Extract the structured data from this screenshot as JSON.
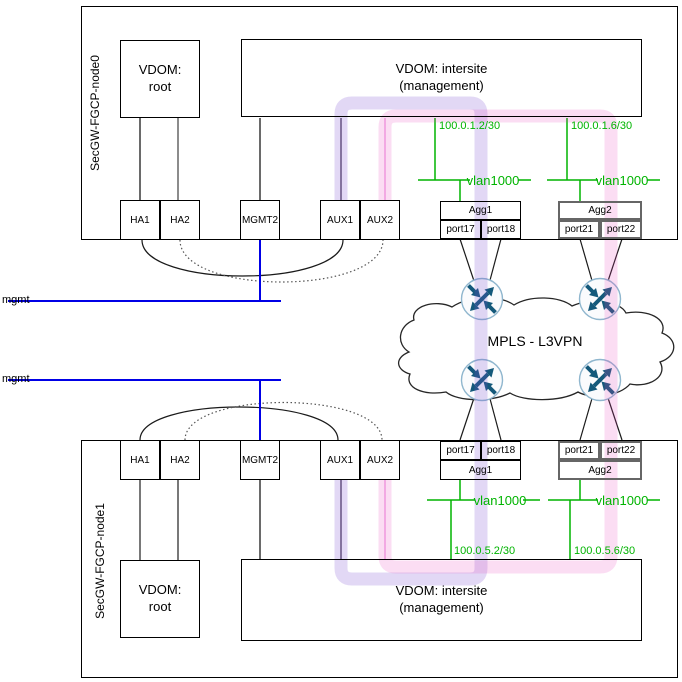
{
  "node0": {
    "title": "SecGW-FGCP-node0",
    "vdom_root": {
      "line1": "VDOM:",
      "line2": "root"
    },
    "vdom_intersite": {
      "line1": "VDOM: intersite",
      "line2": "(management)"
    },
    "ports": {
      "ha1": "HA1",
      "ha2": "HA2",
      "mgmt2": "MGMT2",
      "aux1": "AUX1",
      "aux2": "AUX2"
    },
    "agg1": {
      "label": "Agg1",
      "port_left": "port17",
      "port_right": "port18",
      "ip": "100.0.1.2/30",
      "vlan": "vlan1000"
    },
    "agg2": {
      "label": "Agg2",
      "port_left": "port21",
      "port_right": "port22",
      "ip": "100.0.1.6/30",
      "vlan": "vlan1000"
    }
  },
  "node1": {
    "title": "SecGW-FGCP-node1",
    "vdom_root": {
      "line1": "VDOM:",
      "line2": "root"
    },
    "vdom_intersite": {
      "line1": "VDOM: intersite",
      "line2": "(management)"
    },
    "ports": {
      "ha1": "HA1",
      "ha2": "HA2",
      "mgmt2": "MGMT2",
      "aux1": "AUX1",
      "aux2": "AUX2"
    },
    "agg1": {
      "label": "Agg1",
      "port_left": "port17",
      "port_right": "port18",
      "ip": "100.0.5.2/30",
      "vlan": "vlan1000"
    },
    "agg2": {
      "label": "Agg2",
      "port_left": "port21",
      "port_right": "port22",
      "ip": "100.0.5.6/30",
      "vlan": "vlan1000"
    }
  },
  "cloud": {
    "label": "MPLS - L3VPN"
  },
  "mgmt": {
    "label": "mgmt"
  },
  "colors": {
    "green": "#00b400",
    "blue": "#0000e6",
    "band_purple": "#7a4dd2",
    "band_pink": "#e940bd",
    "aux1_line": "#84739e",
    "aux2_line": "#f2a9e3",
    "router_arrow": "#14597b",
    "agg2_border": "#666666"
  }
}
